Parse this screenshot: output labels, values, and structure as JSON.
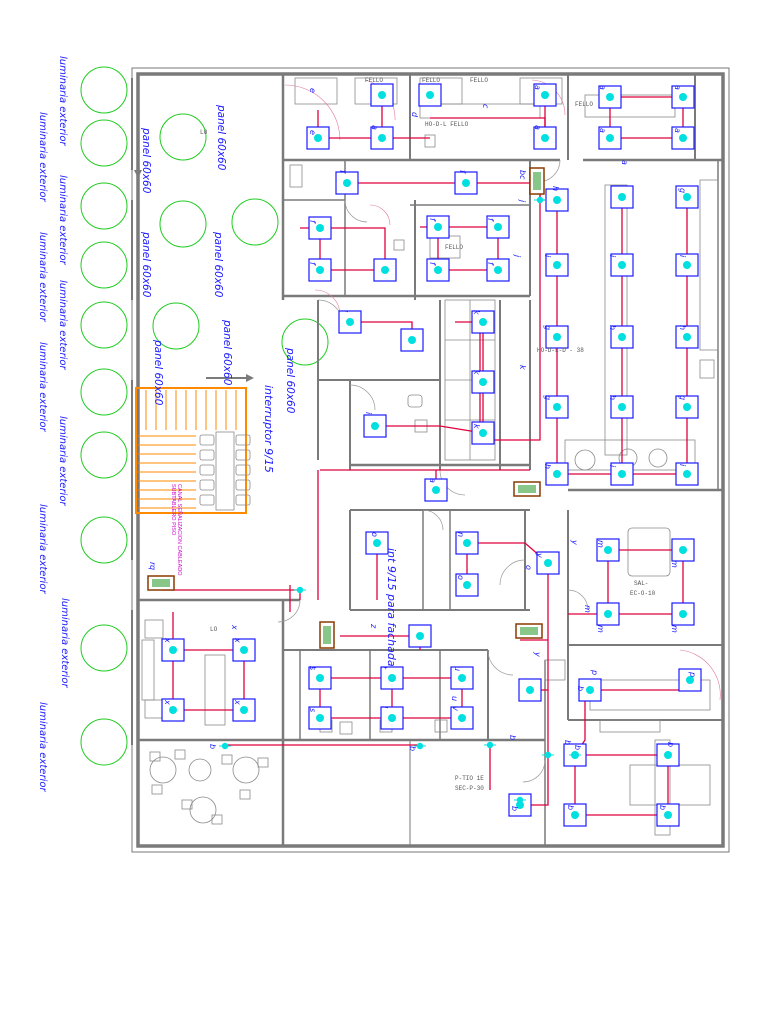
{
  "colors": {
    "wall": "#7a7a7a",
    "wall_fill": "#d9d9d9",
    "circuit": "#e0003c",
    "fixture_border": "#1a1aff",
    "fixture_dot": "#00e0e0",
    "exterior_light": "#22cc22",
    "label": "#1a1aff",
    "stair": "#ff8a00",
    "panel_box": "#8b3a00",
    "note": "#cc00cc",
    "furniture": "#8a8a8a"
  },
  "labels": {
    "luminaria_exterior": "luminaria exterior",
    "panel": "panel 60x60",
    "interruptor": "interruptor 9/15",
    "interruptor_facade": "int 9/15 para fachada",
    "tablero_note_1": "CANAL SEÑALIZACION CABLEADO",
    "tablero_note_2": "SUBTABLERO PISO"
  },
  "room_text": {
    "t1": "FELLO",
    "t2": "FELLO",
    "t3": "FELLO",
    "t4": "HO-D-L FELLO",
    "t5": "FELLO",
    "t6": "FELLO",
    "t7": "HO-D-L-D - 38",
    "t8": "P-TIO 1E",
    "t9": "SEC-P-30",
    "t10": "SAL-",
    "t11": "EC-O-10",
    "t12": "LO",
    "t13": "LO"
  },
  "circuit_letters": {
    "a": "a",
    "b": "b",
    "c": "c",
    "d": "d",
    "e": "e",
    "f": "f",
    "g": "g",
    "h": "h",
    "i": "i",
    "j": "j",
    "k": "k",
    "l": "l",
    "m": "m",
    "n": "n",
    "o": "o",
    "p": "p",
    "q": "q",
    "r": "r",
    "s": "s",
    "t": "t",
    "u": "u",
    "v": "v",
    "x": "x",
    "y": "y",
    "z": "z"
  }
}
